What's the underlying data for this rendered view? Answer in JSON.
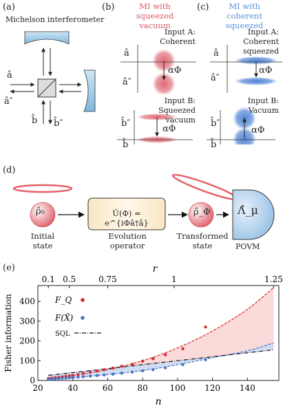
{
  "panel_a": {
    "label": "(a)",
    "title": "Michelson interferometer",
    "port_a": "â",
    "port_a2": "â″",
    "port_b": "b̂",
    "port_b2": "b̂″"
  },
  "panel_b": {
    "label": "(b)",
    "title_line1": "MI with",
    "title_line2": "squeezed vacuum",
    "inputA_line1": "Input A:",
    "inputA_line2": "Coherent",
    "inputB_line1": "Input B:",
    "inputB_line2": "Squeezed vacuum",
    "a_label": "â",
    "a2_label": "â″",
    "b_label": "b̂",
    "b2_label": "b̂″",
    "phase": "αΦ"
  },
  "panel_c": {
    "label": "(c)",
    "title_line1": "MI with",
    "title_line2": "coherent squeezed",
    "inputA_line1": "Input A:",
    "inputA_line2": "Coherent squeezed",
    "inputB_line1": "Input B:",
    "inputB_line2": "Vacuum",
    "a_label": "â",
    "a2_label": "â″",
    "b_label": "b̂",
    "b2_label": "b̂″",
    "phase": "αΦ"
  },
  "panel_d": {
    "label": "(d)",
    "rho0": "ρ̂₀",
    "initial_line1": "Initial",
    "initial_line2": "state",
    "operator_formula": "Û(Φ) = e^{iΦâ†â}",
    "evolution_line1": "Evolution",
    "evolution_line2": "operator",
    "rhophi": "ρ̂_Φ",
    "transformed_line1": "Transformed",
    "transformed_line2": "state",
    "lambda": "Λ̂_μ",
    "povm": "POVM"
  },
  "chart_data": {
    "label": "(e)",
    "type": "scatter",
    "xlabel": "n",
    "ylabel": "Fisher information",
    "top_axis_label": "r",
    "xlim": [
      20,
      158
    ],
    "ylim": [
      0,
      480
    ],
    "x_ticks": [
      20,
      40,
      60,
      80,
      100,
      120,
      140
    ],
    "y_ticks": [
      0,
      100,
      200,
      300,
      400
    ],
    "top_ticks": [
      {
        "label": "0.1",
        "n": 26
      },
      {
        "label": "0.5",
        "n": 38
      },
      {
        "label": "0.75",
        "n": 60
      },
      {
        "label": "1",
        "n": 98
      },
      {
        "label": "1.25",
        "n": 155
      }
    ],
    "legend": [
      "F_Q",
      "F(X̂)",
      "SQL"
    ],
    "colors": {
      "FQ": "#d9262e",
      "FX": "#4a74c0",
      "SQL": "#111111",
      "fill_red": "#fbdada",
      "fill_blue": "#cfdcf2"
    },
    "series": [
      {
        "name": "F_Q",
        "x": [
          26,
          28,
          30,
          32,
          34,
          36,
          38,
          40,
          43,
          46,
          50,
          54,
          58,
          63,
          68,
          74,
          80,
          86,
          93,
          103,
          116
        ],
        "y": [
          10,
          12,
          14,
          16,
          18,
          21,
          23,
          26,
          30,
          36,
          42,
          48,
          55,
          63,
          72,
          82,
          98,
          110,
          130,
          160,
          270
        ]
      },
      {
        "name": "F(X̂)",
        "x": [
          26,
          28,
          30,
          32,
          34,
          36,
          38,
          40,
          43,
          46,
          50,
          54,
          58,
          63,
          68,
          74,
          80,
          86,
          93,
          103,
          116
        ],
        "y": [
          6,
          7,
          9,
          10,
          11,
          12,
          14,
          15,
          17,
          19,
          22,
          25,
          28,
          32,
          37,
          42,
          49,
          55,
          64,
          80,
          105
        ]
      }
    ],
    "curves": [
      {
        "name": "F_Q fit",
        "x": [
          26,
          40,
          60,
          80,
          100,
          120,
          140,
          155
        ],
        "y": [
          10,
          25,
          55,
          100,
          165,
          250,
          360,
          470
        ]
      },
      {
        "name": "F(X̂) fit",
        "x": [
          26,
          40,
          60,
          80,
          100,
          120,
          140,
          155
        ],
        "y": [
          6,
          14,
          30,
          50,
          80,
          115,
          150,
          190
        ]
      },
      {
        "name": "SQL",
        "x": [
          26,
          155
        ],
        "y": [
          26,
          155
        ]
      }
    ]
  }
}
